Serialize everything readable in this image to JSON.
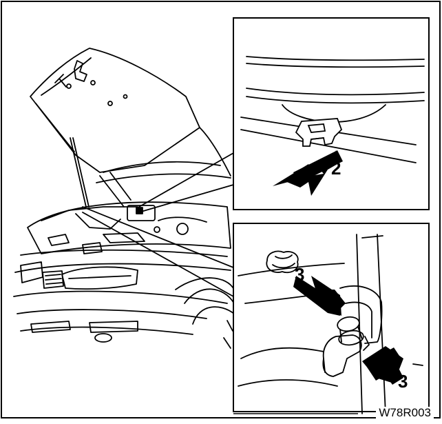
{
  "figure": {
    "callout_top": {
      "step_label": "2"
    },
    "callout_bottom": {
      "step_label_left": "3",
      "step_label_right": "3"
    },
    "figure_code": "W78R003"
  },
  "colors": {
    "line": "#000000",
    "background": "#ffffff"
  }
}
